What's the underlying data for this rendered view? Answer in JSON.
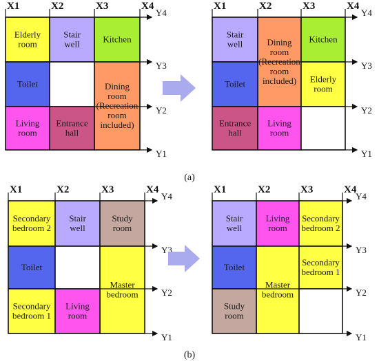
{
  "colors": {
    "yellow": "#ffff44",
    "lavender": "#b9aaff",
    "green": "#aaee33",
    "blue": "#5566ee",
    "white": "#ffffff",
    "orange": "#ff9966",
    "magenta": "#ff55ee",
    "rose": "#cc5588",
    "brown": "#c4a89f",
    "arrow": "#aaaaee"
  },
  "panels": [
    {
      "id": "a-before",
      "x_axes": [
        "X1",
        "X2",
        "X3",
        "X4"
      ],
      "y_axes": [
        "Y4",
        "Y3",
        "Y2",
        "Y1"
      ],
      "rooms": [
        {
          "lines": [
            "Elderly",
            "room"
          ],
          "color": "yellow",
          "col": 0,
          "row": 0,
          "colspan": 1,
          "rowspan": 1
        },
        {
          "lines": [
            "Stair",
            "well"
          ],
          "color": "lavender",
          "col": 1,
          "row": 0,
          "colspan": 1,
          "rowspan": 1
        },
        {
          "lines": [
            "Kitchen"
          ],
          "color": "green",
          "col": 2,
          "row": 0,
          "colspan": 1,
          "rowspan": 1
        },
        {
          "lines": [
            "Toilet"
          ],
          "color": "blue",
          "col": 0,
          "row": 1,
          "colspan": 1,
          "rowspan": 1
        },
        {
          "lines": [],
          "color": "white",
          "col": 1,
          "row": 1,
          "colspan": 1,
          "rowspan": 1
        },
        {
          "lines": [
            "Dining",
            "room",
            "(Recreation",
            "room",
            "included)"
          ],
          "color": "orange",
          "col": 2,
          "row": 1,
          "colspan": 1,
          "rowspan": 2
        },
        {
          "lines": [
            "Living",
            "room"
          ],
          "color": "magenta",
          "col": 0,
          "row": 2,
          "colspan": 1,
          "rowspan": 1
        },
        {
          "lines": [
            "Entrance",
            "hall"
          ],
          "color": "rose",
          "col": 1,
          "row": 2,
          "colspan": 1,
          "rowspan": 1
        }
      ]
    },
    {
      "id": "a-after",
      "x_axes": [
        "X1",
        "X2",
        "X3",
        "X4"
      ],
      "y_axes": [
        "Y4",
        "Y3",
        "Y2",
        "Y1"
      ],
      "rooms": [
        {
          "lines": [
            "Stair",
            "well"
          ],
          "color": "lavender",
          "col": 0,
          "row": 0,
          "colspan": 1,
          "rowspan": 1
        },
        {
          "lines": [
            "Dining",
            "room",
            "(Recreation",
            "room",
            "included)"
          ],
          "color": "orange",
          "col": 1,
          "row": 0,
          "colspan": 1,
          "rowspan": 2
        },
        {
          "lines": [
            "Kitchen"
          ],
          "color": "green",
          "col": 2,
          "row": 0,
          "colspan": 1,
          "rowspan": 1
        },
        {
          "lines": [
            "Toilet"
          ],
          "color": "blue",
          "col": 0,
          "row": 1,
          "colspan": 1,
          "rowspan": 1
        },
        {
          "lines": [
            "Elderly",
            "room"
          ],
          "color": "yellow",
          "col": 2,
          "row": 1,
          "colspan": 1,
          "rowspan": 1
        },
        {
          "lines": [
            "Entrance",
            "hall"
          ],
          "color": "rose",
          "col": 0,
          "row": 2,
          "colspan": 1,
          "rowspan": 1
        },
        {
          "lines": [
            "Living",
            "room"
          ],
          "color": "magenta",
          "col": 1,
          "row": 2,
          "colspan": 1,
          "rowspan": 1
        },
        {
          "lines": [],
          "color": "white",
          "col": 2,
          "row": 2,
          "colspan": 1,
          "rowspan": 1
        }
      ]
    },
    {
      "id": "b-before",
      "x_axes": [
        "X1",
        "X2",
        "X3",
        "X4"
      ],
      "y_axes": [
        "Y4",
        "Y3",
        "Y2",
        "Y1"
      ],
      "rooms": [
        {
          "lines": [
            "Secondary",
            "bedroom 2"
          ],
          "color": "yellow",
          "col": 0,
          "row": 0,
          "colspan": 1,
          "rowspan": 1
        },
        {
          "lines": [
            "Stair",
            "well"
          ],
          "color": "lavender",
          "col": 1,
          "row": 0,
          "colspan": 1,
          "rowspan": 1
        },
        {
          "lines": [
            "Study",
            "room"
          ],
          "color": "brown",
          "col": 2,
          "row": 0,
          "colspan": 1,
          "rowspan": 1
        },
        {
          "lines": [
            "Toilet"
          ],
          "color": "blue",
          "col": 0,
          "row": 1,
          "colspan": 1,
          "rowspan": 1
        },
        {
          "lines": [],
          "color": "white",
          "col": 1,
          "row": 1,
          "colspan": 1,
          "rowspan": 1
        },
        {
          "lines": [
            "Master",
            "bedroom"
          ],
          "color": "yellow",
          "col": 2,
          "row": 1,
          "colspan": 1,
          "rowspan": 2
        },
        {
          "lines": [
            "Secondary",
            "bedroom 1"
          ],
          "color": "yellow",
          "col": 0,
          "row": 2,
          "colspan": 1,
          "rowspan": 1
        },
        {
          "lines": [
            "Living",
            "room"
          ],
          "color": "magenta",
          "col": 1,
          "row": 2,
          "colspan": 1,
          "rowspan": 1
        }
      ]
    },
    {
      "id": "b-after",
      "x_axes": [
        "X1",
        "X2",
        "X3",
        "X4"
      ],
      "y_axes": [
        "Y4",
        "Y3",
        "Y2",
        "Y1"
      ],
      "rooms": [
        {
          "lines": [
            "Stair",
            "well"
          ],
          "color": "lavender",
          "col": 0,
          "row": 0,
          "colspan": 1,
          "rowspan": 1
        },
        {
          "lines": [
            "Living",
            "room"
          ],
          "color": "magenta",
          "col": 1,
          "row": 0,
          "colspan": 1,
          "rowspan": 1
        },
        {
          "lines": [
            "Secondary",
            "bedroom 2"
          ],
          "color": "yellow",
          "col": 2,
          "row": 0,
          "colspan": 1,
          "rowspan": 1
        },
        {
          "lines": [
            "Toilet"
          ],
          "color": "blue",
          "col": 0,
          "row": 1,
          "colspan": 1,
          "rowspan": 1
        },
        {
          "lines": [
            "Master",
            "bedroom"
          ],
          "color": "yellow",
          "col": 1,
          "row": 1,
          "colspan": 1,
          "rowspan": 2
        },
        {
          "lines": [
            "Secondary",
            "bedroom 1"
          ],
          "color": "yellow",
          "col": 2,
          "row": 1,
          "colspan": 1,
          "rowspan": 1
        },
        {
          "lines": [
            "Study",
            "room"
          ],
          "color": "brown",
          "col": 0,
          "row": 2,
          "colspan": 1,
          "rowspan": 1
        },
        {
          "lines": [],
          "color": "white",
          "col": 2,
          "row": 2,
          "colspan": 1,
          "rowspan": 1
        }
      ]
    }
  ],
  "labels": {
    "a": "(a)",
    "b": "(b)"
  }
}
